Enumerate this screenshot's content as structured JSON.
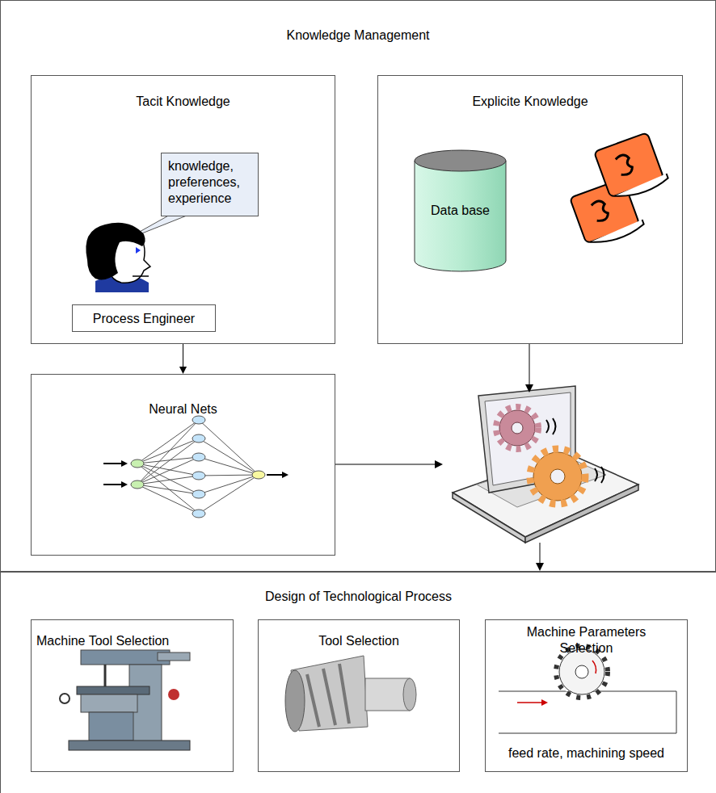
{
  "diagram": {
    "nodes": [
      {
        "text": [
          "Knowledge Management"
        ]
      },
      {
        "text": [
          "Tacit Knowledge"
        ],
        "in": 0
      },
      {
        "text": [
          "knowledge, preferences, experience"
        ],
        "in": 1
      },
      {
        "text": [
          "Process Engineer"
        ],
        "in": 1
      },
      {
        "text": [
          "Explicite Knowledge"
        ],
        "in": 0
      },
      {
        "text": [
          "Data base"
        ],
        "in": 4
      },
      {
        "text": [
          "Neural Nets"
        ],
        "in": 0
      },
      {
        "text": [
          "Design of Technological Process"
        ]
      },
      {
        "text": [
          "Machine Tool Selection"
        ],
        "in": 7
      },
      {
        "text": [
          "Tool Selection"
        ],
        "in": 7
      },
      {
        "text": [
          "Machine Parameters Selection",
          "feed rate, machining speed"
        ],
        "in": 7
      }
    ],
    "edges": [
      {
        "from": 1,
        "to": 6,
        "arrow": "to"
      }
    ]
  }
}
